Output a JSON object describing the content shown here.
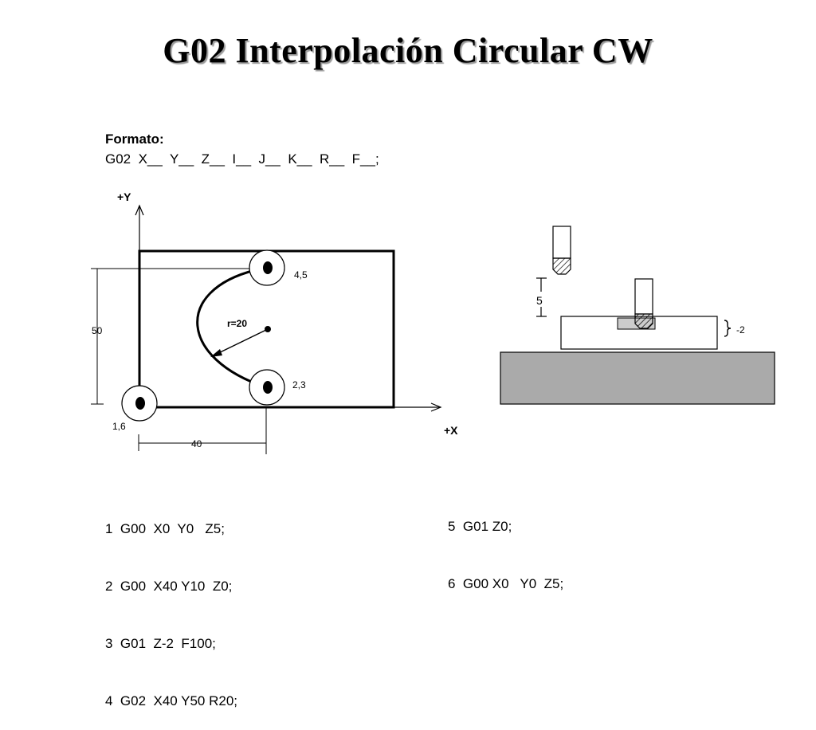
{
  "title": "G02 Interpolación Circular CW",
  "format": {
    "label": "Formato:",
    "syntax": "G02  X__  Y__  Z__  I__  J__  K__  R__  F__;"
  },
  "diagram": {
    "y_axis_label": "+Y",
    "x_axis_label": "+X",
    "dim_height_label": "50",
    "dim_width_label": "40",
    "radius_label": "r=20",
    "point_labels": {
      "p45": "4,5",
      "p23": "2,3",
      "p16": "1,6"
    },
    "side_view": {
      "approach_label": "5",
      "depth_label": "-2"
    }
  },
  "program_left": [
    "1  G00  X0  Y0   Z5;",
    "2  G00  X40 Y10  Z0;",
    "3  G01  Z-2  F100;",
    "4  G02  X40 Y50 R20;"
  ],
  "program_right": [
    "5  G01 Z0;",
    "6  G00 X0   Y0  Z5;"
  ]
}
